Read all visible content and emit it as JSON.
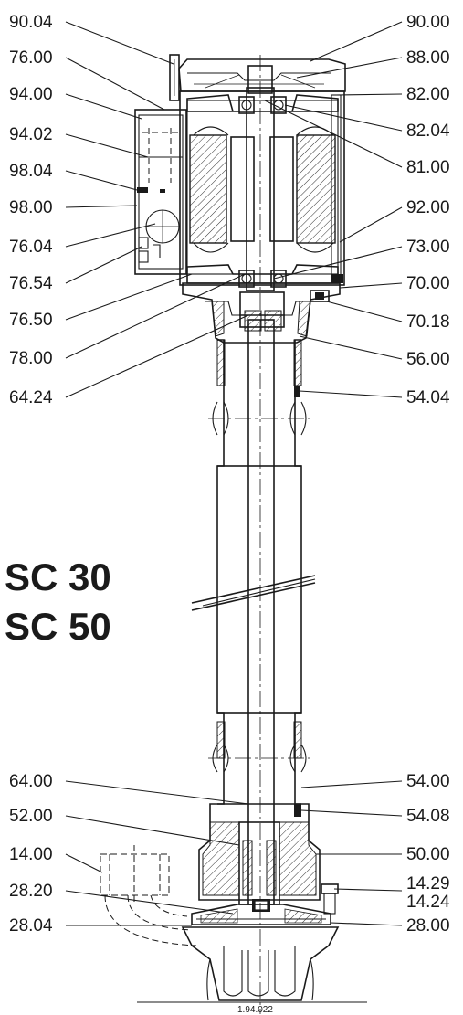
{
  "models": [
    "SC 30",
    "SC 50"
  ],
  "drawing_reference": "1.94.022",
  "callouts": [
    {
      "label": "90.04",
      "side": "left"
    },
    {
      "label": "76.00",
      "side": "left"
    },
    {
      "label": "94.00",
      "side": "left"
    },
    {
      "label": "94.02",
      "side": "left"
    },
    {
      "label": "98.04",
      "side": "left"
    },
    {
      "label": "98.00",
      "side": "left"
    },
    {
      "label": "76.04",
      "side": "left"
    },
    {
      "label": "76.54",
      "side": "left"
    },
    {
      "label": "76.50",
      "side": "left"
    },
    {
      "label": "78.00",
      "side": "left"
    },
    {
      "label": "64.24",
      "side": "left"
    },
    {
      "label": "64.00",
      "side": "left"
    },
    {
      "label": "52.00",
      "side": "left"
    },
    {
      "label": "14.00",
      "side": "left"
    },
    {
      "label": "28.20",
      "side": "left"
    },
    {
      "label": "28.04",
      "side": "left"
    },
    {
      "label": "90.00",
      "side": "right"
    },
    {
      "label": "88.00",
      "side": "right"
    },
    {
      "label": "82.00",
      "side": "right"
    },
    {
      "label": "82.04",
      "side": "right"
    },
    {
      "label": "81.00",
      "side": "right"
    },
    {
      "label": "92.00",
      "side": "right"
    },
    {
      "label": "73.00",
      "side": "right"
    },
    {
      "label": "70.00",
      "side": "right"
    },
    {
      "label": "70.18",
      "side": "right"
    },
    {
      "label": "56.00",
      "side": "right"
    },
    {
      "label": "54.04",
      "side": "right"
    },
    {
      "label": "54.00",
      "side": "right"
    },
    {
      "label": "54.08",
      "side": "right"
    },
    {
      "label": "50.00",
      "side": "right"
    },
    {
      "label": "14.29",
      "side": "right"
    },
    {
      "label": "14.24",
      "side": "right"
    },
    {
      "label": "28.00",
      "side": "right"
    }
  ]
}
